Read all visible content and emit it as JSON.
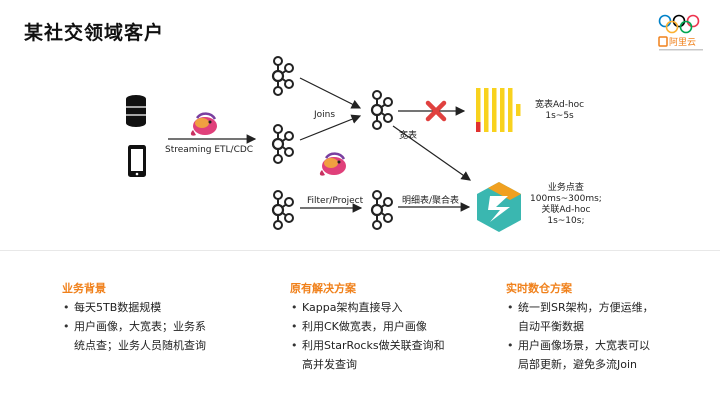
{
  "slide": {
    "title": "某社交领域客户",
    "logo_text": "阿里云",
    "accent_color": "#f0801a"
  },
  "diagram": {
    "source_arrow_label": "Streaming ETL/CDC",
    "joins_label": "Joins",
    "wide_table_label": "宽表",
    "filter_label": "Filter/Project",
    "detail_label": "明细表/聚合表",
    "ck_result": {
      "line1": "宽表Ad-hoc",
      "line2": "1s~5s"
    },
    "sr_result": {
      "line1": "业务点查",
      "line2": "100ms~300ms;",
      "line3": "关联Ad-hoc",
      "line4": "1s~10s;"
    }
  },
  "columns": [
    {
      "title": "业务背景",
      "items": [
        "每天5TB数据规模",
        "用户画像，大宽表；业务系统点查；业务人员随机查询"
      ]
    },
    {
      "title": "原有解决方案",
      "items": [
        "Kappa架构直接导入",
        "利用CK做宽表，用户画像",
        "利用StarRocks做关联查询和高并发查询"
      ]
    },
    {
      "title": "实时数仓方案",
      "items": [
        "统一到SR架构，方便运维，自动平衡数据",
        "用户画像场景，大宽表可以局部更新，避免多流Join"
      ]
    }
  ]
}
